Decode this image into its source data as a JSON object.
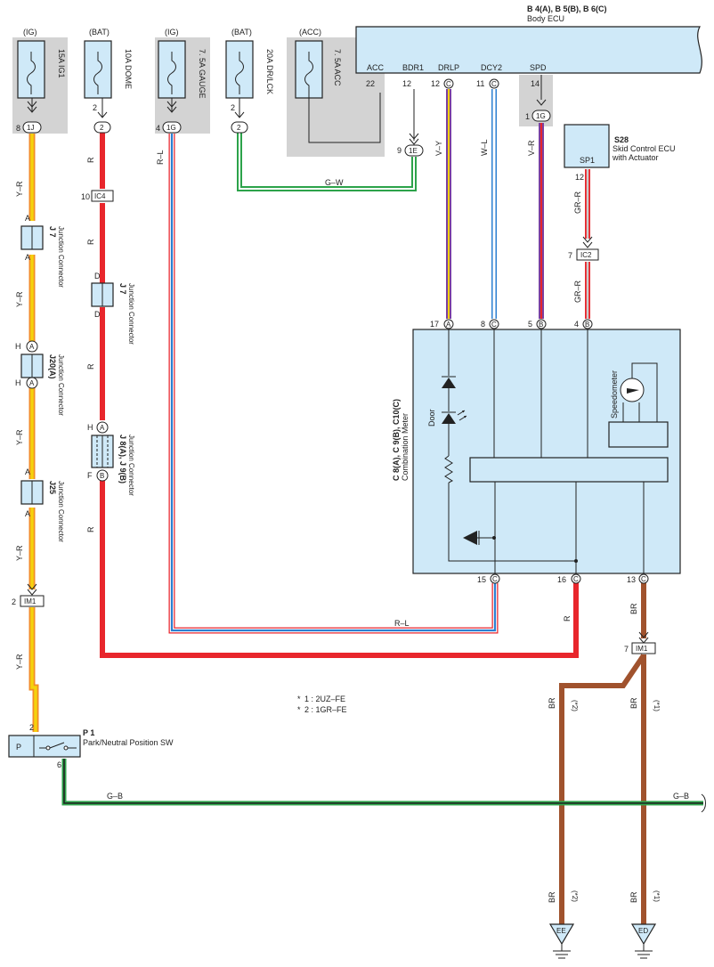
{
  "colors": {
    "package_fill": "#cfe9f8",
    "shade": "#d3d3d3",
    "red": "#e8262c",
    "brown": "#a0522d",
    "green": "#2ca34a",
    "yellow": "#f5d20c",
    "orange": "#f28c28",
    "blue": "#2b7fd1",
    "violet": "#7b3fa0",
    "white_stripe": "#ffffff"
  },
  "body_ecu": {
    "ref": "B 4(A), B 5(B), B 6(C)",
    "name": "Body ECU",
    "terminals": [
      {
        "name": "ACC",
        "pin": "22"
      },
      {
        "name": "BDR1",
        "pin": "12"
      },
      {
        "name": "DRLP",
        "pin": "12",
        "conn": "C"
      },
      {
        "name": "DCY2",
        "pin": "11",
        "conn": "C"
      },
      {
        "name": "SPD",
        "pin": "14"
      }
    ]
  },
  "fuses": [
    {
      "source": "(IG)",
      "name": "15A IG1"
    },
    {
      "source": "(BAT)",
      "name": "10A DOME"
    },
    {
      "source": "(IG)",
      "name": "7. 5A GAUGE"
    },
    {
      "source": "(BAT)",
      "name": "20A DR/LCK"
    },
    {
      "source": "(ACC)",
      "name": "7. 5A ACC"
    }
  ],
  "connectors": {
    "c_1J": {
      "pin": "8",
      "id": "1J"
    },
    "c_dome": {
      "pin_top": "2",
      "id": "2"
    },
    "c_1G_gauge": {
      "pin": "4",
      "id": "1G"
    },
    "c_drlck": {
      "pin_top": "2",
      "id": "2"
    },
    "c_1E": {
      "pin": "9",
      "id": "1E"
    },
    "c_1G_spd": {
      "pin": "1",
      "id": "1G"
    },
    "c_IC4": {
      "pin": "10",
      "id": "IC4"
    },
    "c_IC2": {
      "pin": "7",
      "id": "IC2"
    },
    "c_IM1_left": {
      "pin": "2",
      "id": "IM1"
    },
    "c_IM1_right": {
      "pin": "7",
      "id": "IM1"
    }
  },
  "junctions": {
    "j7_left": {
      "ref": "J 7",
      "name": "Junction Connector",
      "top": "A",
      "bottom": "A"
    },
    "j7_mid": {
      "ref": "J 7",
      "name": "Junction Connector",
      "top": "D",
      "bottom": "D"
    },
    "j20": {
      "ref": "J20(A)",
      "name": "Junction Connector",
      "top": "H",
      "top_pin": "A",
      "bottom": "H",
      "bottom_pin": "A"
    },
    "j25": {
      "ref": "J25",
      "name": "Junction Connector",
      "top": "A",
      "bottom": "A"
    },
    "j8": {
      "ref": "J 8(A), J 9(B)",
      "name": "Junction Connector",
      "top": "H",
      "top_pin": "A",
      "bottom": "F",
      "bottom_pin": "B"
    }
  },
  "skid_ecu": {
    "ref": "S28",
    "name": "Skid Control ECU with Actuator",
    "terminal": "SP1",
    "pin": "12"
  },
  "meter": {
    "ref": "C 8(A), C 9(B), C10(C)",
    "name": "Combination Meter",
    "top_pins": [
      {
        "pin": "17",
        "conn": "A"
      },
      {
        "pin": "8",
        "conn": "C"
      },
      {
        "pin": "5",
        "conn": "B"
      },
      {
        "pin": "4",
        "conn": "B"
      }
    ],
    "bottom_pins": [
      {
        "pin": "15",
        "conn": "C"
      },
      {
        "pin": "16",
        "conn": "C"
      },
      {
        "pin": "13",
        "conn": "C"
      }
    ],
    "door_label": "Door",
    "speedometer_label": "Speedometer"
  },
  "pn_switch": {
    "ref": "P 1",
    "name": "Park/Neutral Position SW",
    "pos": "P",
    "pin_top": "2",
    "pin_bottom": "6"
  },
  "wire_colors": {
    "y_r": "Y–R",
    "r": "R",
    "r_l": "R–L",
    "g_w": "G–W",
    "v_y": "V–Y",
    "w_l": "W–L",
    "v_r": "V–R",
    "gr_r": "GR–R",
    "br": "BR",
    "g_b": "G–B"
  },
  "notes": {
    "n1_mark": "*",
    "n1": "1 : 2UZ–FE",
    "n2_mark": "*",
    "n2": "2 : 1GR–FE",
    "tag1": "(*1)",
    "tag2": "(*2)"
  },
  "grounds": [
    {
      "name": "EE"
    },
    {
      "name": "ED"
    }
  ]
}
